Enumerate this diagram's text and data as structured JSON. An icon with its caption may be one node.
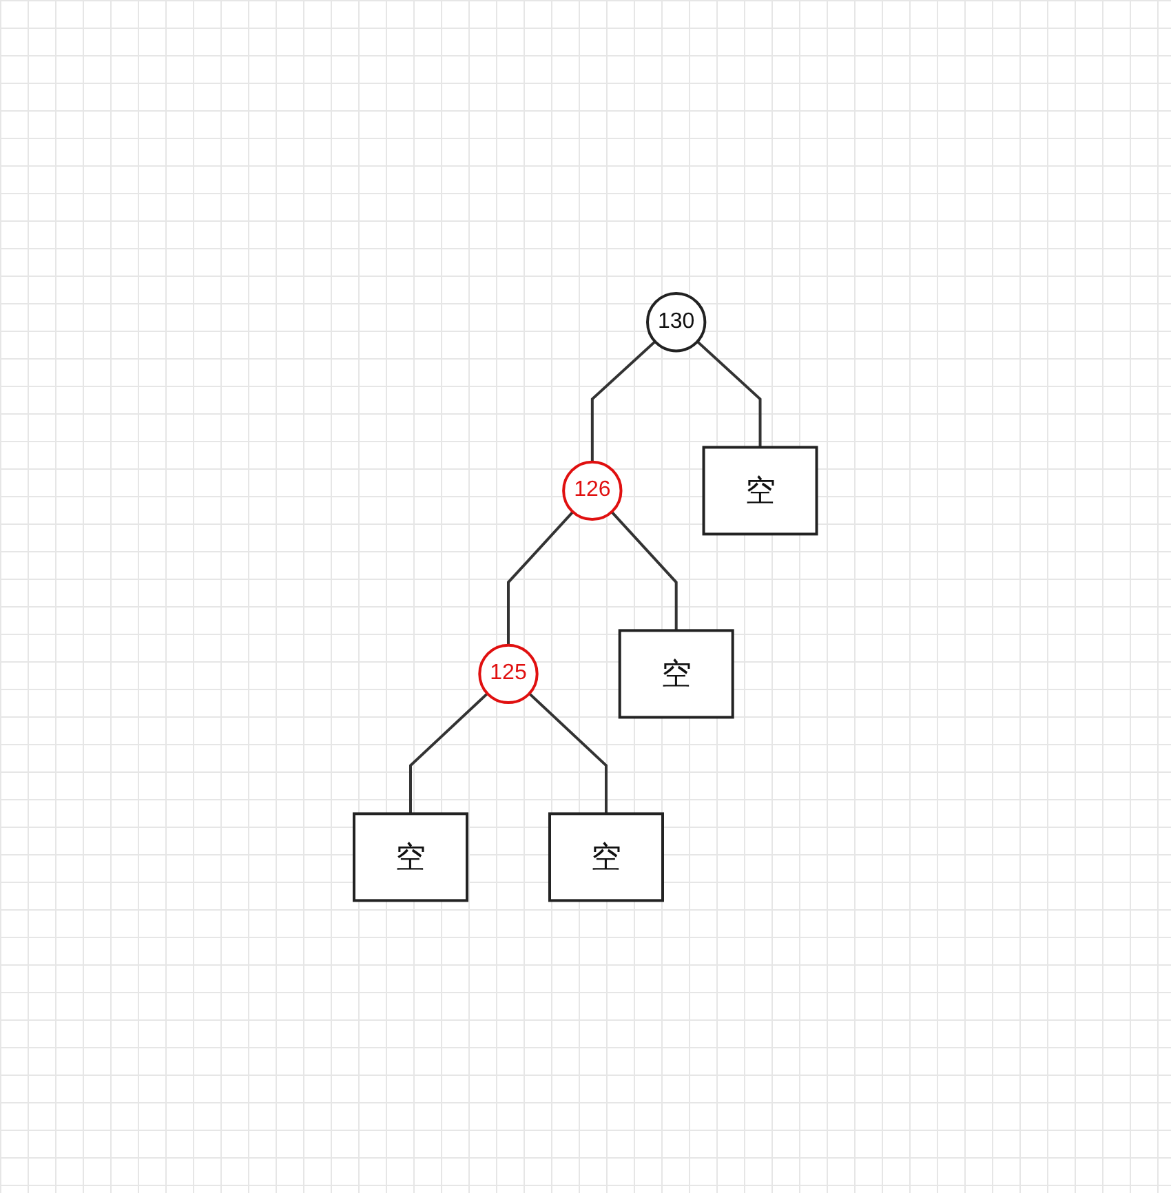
{
  "diagram": {
    "nodes": [
      {
        "text": [
          "130"
        ]
      },
      {
        "text": [
          "126"
        ]
      },
      {
        "text": [
          "空"
        ]
      },
      {
        "text": [
          "125"
        ]
      },
      {
        "text": [
          "空"
        ]
      },
      {
        "text": [
          "空"
        ]
      },
      {
        "text": [
          "空"
        ]
      }
    ],
    "edges": [
      {
        "from": 0,
        "to": 1,
        "arrow": "none"
      },
      {
        "from": 0,
        "to": 2,
        "arrow": "none"
      },
      {
        "from": 1,
        "to": 3,
        "arrow": "none"
      },
      {
        "from": 1,
        "to": 4,
        "arrow": "none"
      },
      {
        "from": 3,
        "to": 5,
        "arrow": "none"
      },
      {
        "from": 3,
        "to": 6,
        "arrow": "none"
      }
    ]
  }
}
